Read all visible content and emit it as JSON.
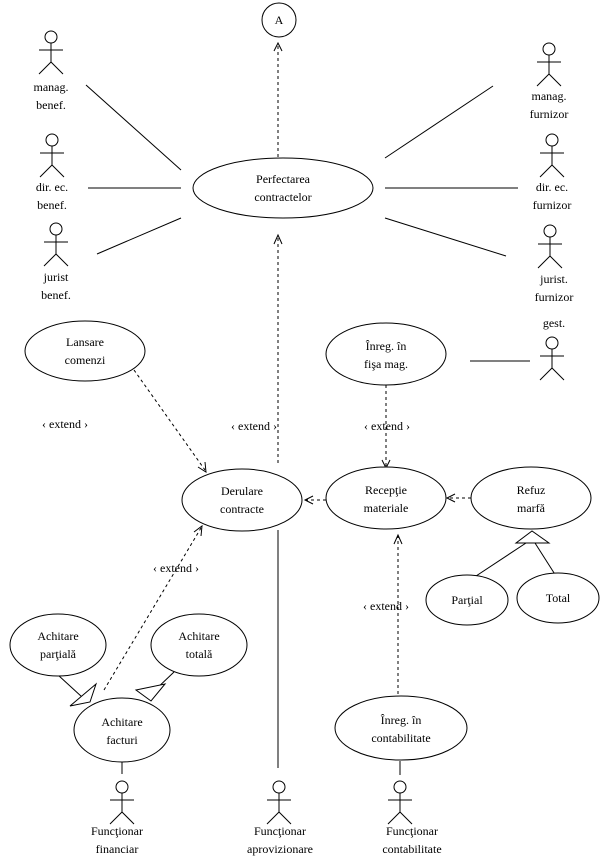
{
  "diagram": {
    "connector_a": "A",
    "actors": {
      "manag_benef": [
        "manag.",
        "benef."
      ],
      "dir_ec_benef": [
        "dir. ec.",
        "benef."
      ],
      "jurist_benef": [
        "jurist",
        "benef."
      ],
      "manag_furnizor": [
        "manag.",
        "furnizor"
      ],
      "dir_ec_furnizor": [
        "dir. ec.",
        "furnizor"
      ],
      "jurist_furnizor": [
        "jurist.",
        "furnizor"
      ],
      "gest": [
        "gest."
      ],
      "functionar_financiar": [
        "Funcţionar",
        "financiar"
      ],
      "functionar_aprovizionare": [
        "Funcţionar",
        "aprovizionare"
      ],
      "functionar_contabilitate": [
        "Funcţionar",
        "contabilitate"
      ]
    },
    "use_cases": {
      "perfectarea_contractelor": [
        "Perfectarea",
        "contractelor"
      ],
      "lansare_comenzi": [
        "Lansare",
        "comenzi"
      ],
      "inreg_fisa_mag": [
        "Înreg. în",
        "fişa mag."
      ],
      "derulare_contracte": [
        "Derulare",
        "contracte"
      ],
      "receptie_materiale": [
        "Recepţie",
        "materiale"
      ],
      "refuz_marfa": [
        "Refuz",
        "marfă"
      ],
      "partial": [
        "Parţial"
      ],
      "total": [
        "Total"
      ],
      "achitare_partiala": [
        "Achitare",
        "parţială"
      ],
      "achitare_totala": [
        "Achitare",
        "totală"
      ],
      "achitare_facturi": [
        "Achitare",
        "facturi"
      ],
      "inreg_contabilitate": [
        "Înreg. în",
        "contabilitate"
      ]
    },
    "extend_labels": {
      "lansare": "‹ extend ›",
      "derulare_up": "‹ extend ›",
      "fisa": "‹ extend ›",
      "achitare": "‹ extend ›",
      "contabilitate": "‹ extend ›"
    }
  }
}
